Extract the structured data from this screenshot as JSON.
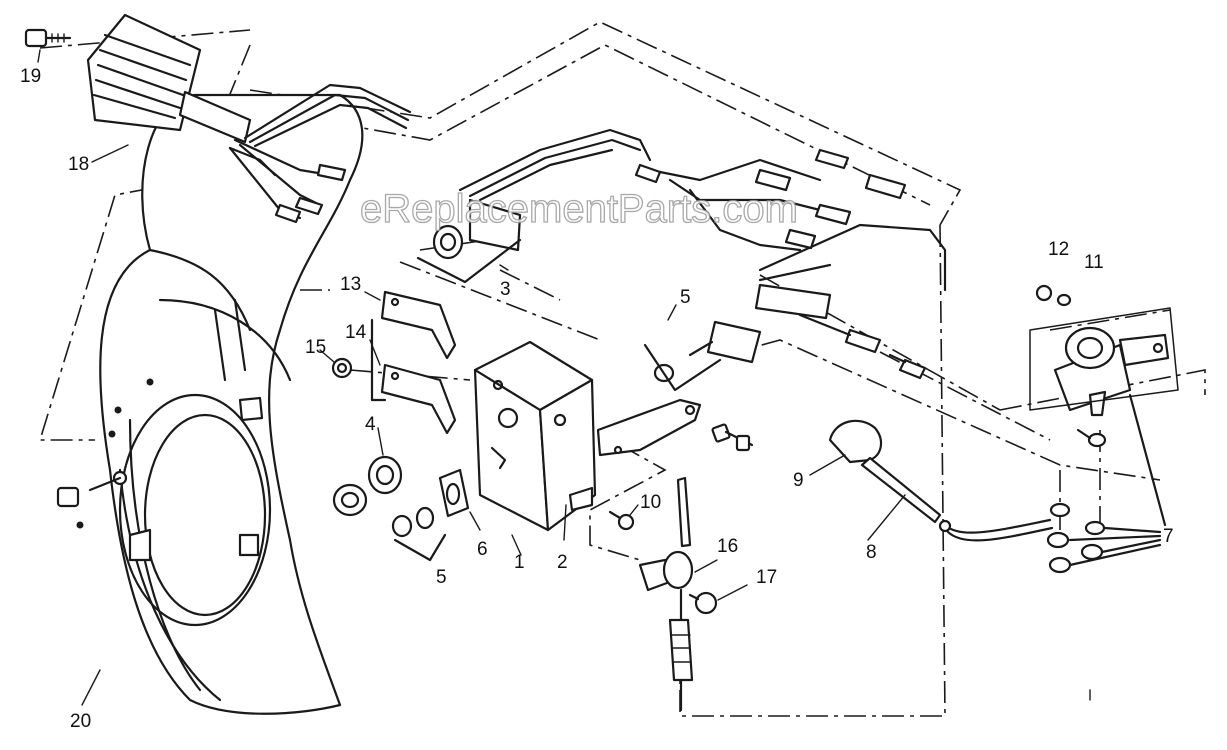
{
  "watermark": "eReplacementParts.com",
  "callouts": {
    "c1": "1",
    "c2": "2",
    "c3": "3",
    "c4": "4",
    "c5a": "5",
    "c5b": "5",
    "c6": "6",
    "c7": "7",
    "c8": "8",
    "c9": "9",
    "c10": "10",
    "c11": "11",
    "c12": "12",
    "c13": "13",
    "c14": "14",
    "c15": "15",
    "c16": "16",
    "c17": "17",
    "c18": "18",
    "c19": "19",
    "c20": "20"
  }
}
